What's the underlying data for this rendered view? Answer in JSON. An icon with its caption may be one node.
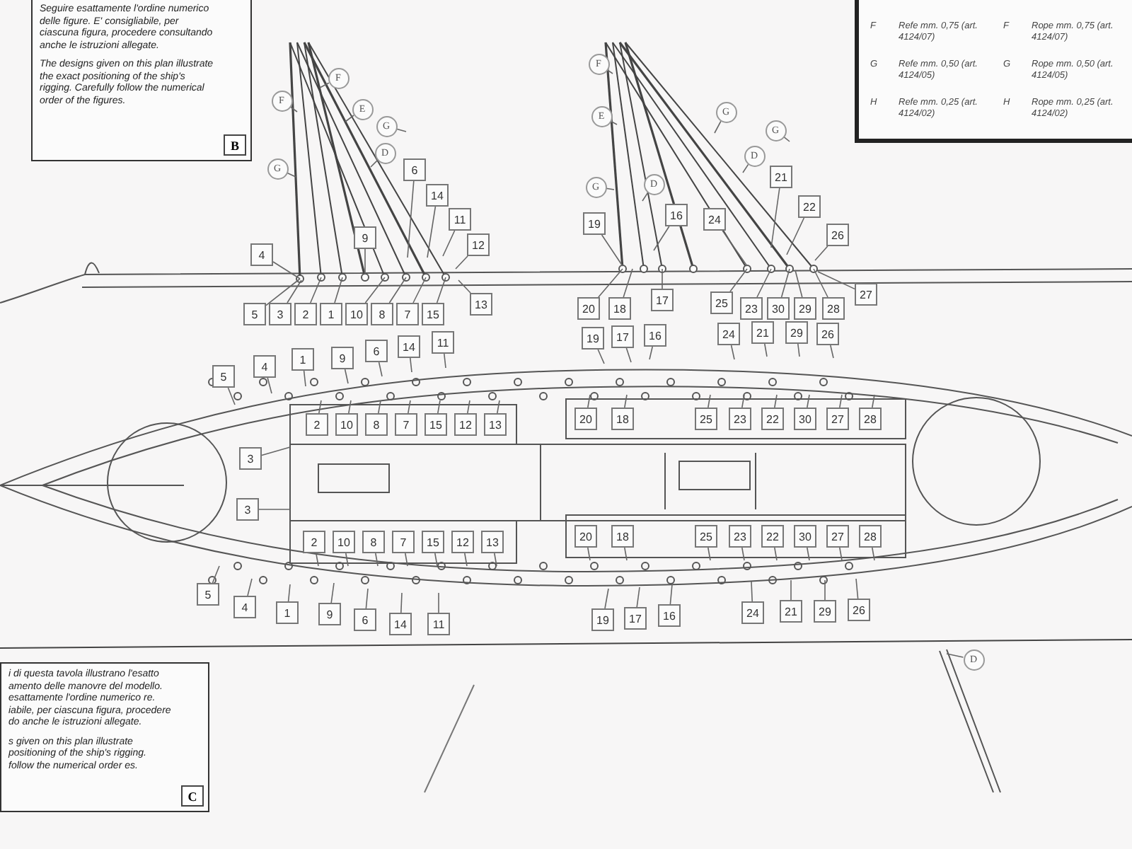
{
  "diagram": {
    "nodes": [
      {
        "text": [
          "Seguire esattamente l'ordine numerico delle figure. E' consigliabile, per ciascuna figura, procedere consultando anche le istruzioni allegate.",
          "The designs given on this plan illustrate the exact positioning of the ship's rigging. Carefully follow the numerical order of the figures."
        ]
      },
      {
        "text": [
          "B"
        ],
        "in": 0
      },
      {
        "text": [
          "F"
        ]
      },
      {
        "text": [
          "F"
        ]
      },
      {
        "text": [
          "E"
        ]
      },
      {
        "text": [
          "G"
        ]
      },
      {
        "text": [
          "D"
        ]
      },
      {
        "text": [
          "G"
        ]
      },
      {
        "text": [
          "F"
        ]
      },
      {
        "text": [
          "G"
        ]
      },
      {
        "text": [
          "E"
        ]
      },
      {
        "text": [
          "G"
        ]
      },
      {
        "text": [
          "D"
        ]
      },
      {
        "text": [
          "D"
        ]
      },
      {
        "text": [
          "G"
        ]
      },
      {
        "text": [
          "6"
        ]
      },
      {
        "text": [
          "14"
        ]
      },
      {
        "text": [
          "11"
        ]
      },
      {
        "text": [
          "9"
        ]
      },
      {
        "text": [
          "12"
        ]
      },
      {
        "text": [
          "4"
        ]
      },
      {
        "text": [
          "13"
        ]
      },
      {
        "text": [
          "5"
        ]
      },
      {
        "text": [
          "3"
        ]
      },
      {
        "text": [
          "2"
        ]
      },
      {
        "text": [
          "1"
        ]
      },
      {
        "text": [
          "10"
        ]
      },
      {
        "text": [
          "8"
        ]
      },
      {
        "text": [
          "7"
        ]
      },
      {
        "text": [
          "15"
        ]
      },
      {
        "text": [
          "19"
        ]
      },
      {
        "text": [
          "16"
        ]
      },
      {
        "text": [
          "24"
        ]
      },
      {
        "text": [
          "21"
        ]
      },
      {
        "text": [
          "22"
        ]
      },
      {
        "text": [
          "26"
        ]
      },
      {
        "text": [
          "20"
        ]
      },
      {
        "text": [
          "18"
        ]
      },
      {
        "text": [
          "17"
        ]
      },
      {
        "text": [
          "25"
        ]
      },
      {
        "text": [
          "23"
        ]
      },
      {
        "text": [
          "30"
        ]
      },
      {
        "text": [
          "29"
        ]
      },
      {
        "text": [
          "28"
        ]
      },
      {
        "text": [
          "27"
        ]
      },
      {
        "text": [
          "5"
        ]
      },
      {
        "text": [
          "4"
        ]
      },
      {
        "text": [
          "1"
        ]
      },
      {
        "text": [
          "9"
        ]
      },
      {
        "text": [
          "6"
        ]
      },
      {
        "text": [
          "14"
        ]
      },
      {
        "text": [
          "11"
        ]
      },
      {
        "text": [
          "19"
        ]
      },
      {
        "text": [
          "17"
        ]
      },
      {
        "text": [
          "16"
        ]
      },
      {
        "text": [
          "24"
        ]
      },
      {
        "text": [
          "21"
        ]
      },
      {
        "text": [
          "29"
        ]
      },
      {
        "text": [
          "26"
        ]
      },
      {
        "text": [
          "2"
        ]
      },
      {
        "text": [
          "10"
        ]
      },
      {
        "text": [
          "8"
        ]
      },
      {
        "text": [
          "7"
        ]
      },
      {
        "text": [
          "15"
        ]
      },
      {
        "text": [
          "12"
        ]
      },
      {
        "text": [
          "13"
        ]
      },
      {
        "text": [
          "20"
        ]
      },
      {
        "text": [
          "18"
        ]
      },
      {
        "text": [
          "25"
        ]
      },
      {
        "text": [
          "23"
        ]
      },
      {
        "text": [
          "22"
        ]
      },
      {
        "text": [
          "30"
        ]
      },
      {
        "text": [
          "27"
        ]
      },
      {
        "text": [
          "28"
        ]
      },
      {
        "text": [
          "3"
        ]
      },
      {
        "text": [
          "3"
        ]
      },
      {
        "text": [
          "2"
        ]
      },
      {
        "text": [
          "10"
        ]
      },
      {
        "text": [
          "8"
        ]
      },
      {
        "text": [
          "7"
        ]
      },
      {
        "text": [
          "15"
        ]
      },
      {
        "text": [
          "12"
        ]
      },
      {
        "text": [
          "13"
        ]
      },
      {
        "text": [
          "20"
        ]
      },
      {
        "text": [
          "18"
        ]
      },
      {
        "text": [
          "25"
        ]
      },
      {
        "text": [
          "23"
        ]
      },
      {
        "text": [
          "22"
        ]
      },
      {
        "text": [
          "30"
        ]
      },
      {
        "text": [
          "27"
        ]
      },
      {
        "text": [
          "28"
        ]
      },
      {
        "text": [
          "5"
        ]
      },
      {
        "text": [
          "4"
        ]
      },
      {
        "text": [
          "1"
        ]
      },
      {
        "text": [
          "9"
        ]
      },
      {
        "text": [
          "6"
        ]
      },
      {
        "text": [
          "14"
        ]
      },
      {
        "text": [
          "11"
        ]
      },
      {
        "text": [
          "19"
        ]
      },
      {
        "text": [
          "17"
        ]
      },
      {
        "text": [
          "16"
        ]
      },
      {
        "text": [
          "24"
        ]
      },
      {
        "text": [
          "21"
        ]
      },
      {
        "text": [
          "29"
        ]
      },
      {
        "text": [
          "26"
        ]
      },
      {
        "text": [
          "i di questa tavola illustrano l'esatto amento delle manovre del modello. esattamente l'ordine numerico re. iabile, per ciascuna figura, procedere do anche le istruzioni allegate.",
          "s given on this plan illustrate positioning of the ship's rigging. follow the numerical order es."
        ]
      },
      {
        "text": [
          "C"
        ],
        "in": 105
      },
      {
        "text": [
          "D"
        ]
      }
    ],
    "edges": [
      {
        "from": 2,
        "to": null,
        "arrow": "none"
      },
      {
        "from": 3,
        "to": null,
        "arrow": "none"
      },
      {
        "from": 4,
        "to": null,
        "arrow": "none"
      },
      {
        "from": 5,
        "to": null,
        "arrow": "none"
      },
      {
        "from": 6,
        "to": null,
        "arrow": "none"
      },
      {
        "from": 7,
        "to": null,
        "arrow": "none"
      },
      {
        "from": 8,
        "to": null,
        "arrow": "none"
      },
      {
        "from": 9,
        "to": null,
        "arrow": "none"
      },
      {
        "from": 10,
        "to": null,
        "arrow": "none"
      },
      {
        "from": 11,
        "to": null,
        "arrow": "none"
      },
      {
        "from": 12,
        "to": null,
        "arrow": "none"
      },
      {
        "from": 13,
        "to": null,
        "arrow": "none"
      },
      {
        "from": 14,
        "to": null,
        "arrow": "none"
      },
      {
        "from": 15,
        "to": null,
        "arrow": "none"
      },
      {
        "from": 16,
        "to": null,
        "arrow": "none"
      },
      {
        "from": 17,
        "to": null,
        "arrow": "none"
      },
      {
        "from": 18,
        "to": null,
        "arrow": "none"
      },
      {
        "from": 19,
        "to": null,
        "arrow": "none"
      },
      {
        "from": 20,
        "to": null,
        "arrow": "none"
      },
      {
        "from": 21,
        "to": null,
        "arrow": "none"
      },
      {
        "from": 22,
        "to": null,
        "arrow": "none"
      },
      {
        "from": 23,
        "to": null,
        "arrow": "none"
      },
      {
        "from": 24,
        "to": null,
        "arrow": "none"
      },
      {
        "from": 25,
        "to": null,
        "arrow": "none"
      },
      {
        "from": 26,
        "to": null,
        "arrow": "none"
      },
      {
        "from": 27,
        "to": null,
        "arrow": "none"
      },
      {
        "from": 28,
        "to": null,
        "arrow": "none"
      },
      {
        "from": 29,
        "to": null,
        "arrow": "none"
      },
      {
        "from": 30,
        "to": null,
        "arrow": "none"
      },
      {
        "from": 31,
        "to": null,
        "arrow": "none"
      },
      {
        "from": 32,
        "to": null,
        "arrow": "none"
      },
      {
        "from": 33,
        "to": null,
        "arrow": "none"
      },
      {
        "from": 34,
        "to": null,
        "arrow": "none"
      },
      {
        "from": 35,
        "to": null,
        "arrow": "none"
      },
      {
        "from": 36,
        "to": null,
        "arrow": "none"
      },
      {
        "from": 37,
        "to": null,
        "arrow": "none"
      },
      {
        "from": 38,
        "to": null,
        "arrow": "none"
      },
      {
        "from": 39,
        "to": null,
        "arrow": "none"
      },
      {
        "from": 40,
        "to": null,
        "arrow": "none"
      },
      {
        "from": 41,
        "to": null,
        "arrow": "none"
      },
      {
        "from": 42,
        "to": null,
        "arrow": "none"
      },
      {
        "from": 43,
        "to": null,
        "arrow": "none"
      },
      {
        "from": 44,
        "to": null,
        "arrow": "none"
      },
      {
        "from": 45,
        "to": null,
        "arrow": "none"
      },
      {
        "from": 46,
        "to": null,
        "arrow": "none"
      },
      {
        "from": 47,
        "to": null,
        "arrow": "none"
      },
      {
        "from": 48,
        "to": null,
        "arrow": "none"
      },
      {
        "from": 49,
        "to": null,
        "arrow": "none"
      },
      {
        "from": 50,
        "to": null,
        "arrow": "none"
      },
      {
        "from": 51,
        "to": null,
        "arrow": "none"
      },
      {
        "from": 52,
        "to": null,
        "arrow": "none"
      },
      {
        "from": 53,
        "to": null,
        "arrow": "none"
      },
      {
        "from": 54,
        "to": null,
        "arrow": "none"
      },
      {
        "from": 55,
        "to": null,
        "arrow": "none"
      },
      {
        "from": 56,
        "to": null,
        "arrow": "none"
      },
      {
        "from": 57,
        "to": null,
        "arrow": "none"
      },
      {
        "from": 58,
        "to": null,
        "arrow": "none"
      },
      {
        "from": 59,
        "to": null,
        "arrow": "none"
      },
      {
        "from": 60,
        "to": null,
        "arrow": "none"
      },
      {
        "from": 61,
        "to": null,
        "arrow": "none"
      },
      {
        "from": 62,
        "to": null,
        "arrow": "none"
      },
      {
        "from": 63,
        "to": null,
        "arrow": "none"
      },
      {
        "from": 64,
        "to": null,
        "arrow": "none"
      },
      {
        "from": 65,
        "to": null,
        "arrow": "none"
      },
      {
        "from": 66,
        "to": null,
        "arrow": "none"
      },
      {
        "from": 67,
        "to": null,
        "arrow": "none"
      },
      {
        "from": 68,
        "to": null,
        "arrow": "none"
      },
      {
        "from": 69,
        "to": null,
        "arrow": "none"
      },
      {
        "from": 70,
        "to": null,
        "arrow": "none"
      },
      {
        "from": 71,
        "to": null,
        "arrow": "none"
      },
      {
        "from": 72,
        "to": null,
        "arrow": "none"
      },
      {
        "from": 73,
        "to": null,
        "arrow": "none"
      },
      {
        "from": 74,
        "to": null,
        "arrow": "none"
      },
      {
        "from": 75,
        "to": null,
        "arrow": "none"
      },
      {
        "from": 76,
        "to": null,
        "arrow": "none"
      },
      {
        "from": 77,
        "to": null,
        "arrow": "none"
      },
      {
        "from": 78,
        "to": null,
        "arrow": "none"
      },
      {
        "from": 79,
        "to": null,
        "arrow": "none"
      },
      {
        "from": 80,
        "to": null,
        "arrow": "none"
      },
      {
        "from": 81,
        "to": null,
        "arrow": "none"
      },
      {
        "from": 82,
        "to": null,
        "arrow": "none"
      },
      {
        "from": 83,
        "to": null,
        "arrow": "none"
      },
      {
        "from": 84,
        "to": null,
        "arrow": "none"
      },
      {
        "from": 85,
        "to": null,
        "arrow": "none"
      },
      {
        "from": 86,
        "to": null,
        "arrow": "none"
      },
      {
        "from": 87,
        "to": null,
        "arrow": "none"
      },
      {
        "from": 88,
        "to": null,
        "arrow": "none"
      },
      {
        "from": 89,
        "to": null,
        "arrow": "none"
      },
      {
        "from": 90,
        "to": null,
        "arrow": "none"
      },
      {
        "from": 91,
        "to": null,
        "arrow": "none"
      },
      {
        "from": 92,
        "to": null,
        "arrow": "none"
      },
      {
        "from": 93,
        "to": null,
        "arrow": "none"
      },
      {
        "from": 94,
        "to": null,
        "arrow": "none"
      },
      {
        "from": 95,
        "to": null,
        "arrow": "none"
      },
      {
        "from": 96,
        "to": null,
        "arrow": "none"
      },
      {
        "from": 97,
        "to": null,
        "arrow": "none"
      },
      {
        "from": 98,
        "to": null,
        "arrow": "none"
      },
      {
        "from": 99,
        "to": null,
        "arrow": "none"
      },
      {
        "from": 100,
        "to": null,
        "arrow": "none"
      },
      {
        "from": 101,
        "to": null,
        "arrow": "none"
      },
      {
        "from": 102,
        "to": null,
        "arrow": "none"
      },
      {
        "from": 103,
        "to": null,
        "arrow": "none"
      },
      {
        "from": 104,
        "to": null,
        "arrow": "none"
      },
      {
        "from": 107,
        "to": null,
        "arrow": "none"
      }
    ],
    "labels": [
      "F",
      "Refe mm. 0,75 (art. 4124/07)",
      "F",
      "Rope mm. 0,75 (art. 4124/07)",
      "G",
      "Refe mm. 0,50 (art. 4124/05)",
      "G",
      "Rope mm. 0,50 (art. 4124/05)",
      "H",
      "Refe mm. 0,25 (art. 4124/02)",
      "H",
      "Rope mm. 0,25 (art. 4124/02)"
    ]
  }
}
